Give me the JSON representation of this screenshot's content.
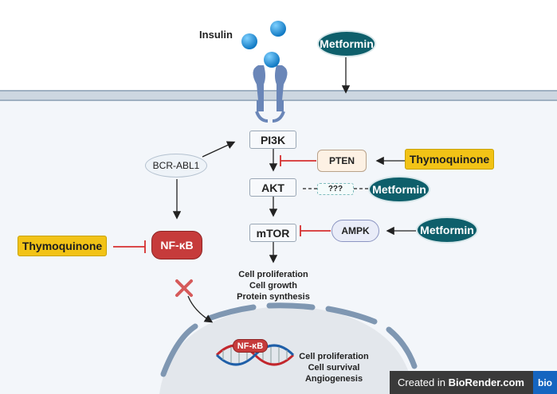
{
  "insulin_label": "Insulin",
  "metformin_top": "Metformin",
  "nodes": {
    "pi3k": "PI3K",
    "akt": "AKT",
    "mtor": "mTOR",
    "pten": "PTEN",
    "unknown": "???",
    "ampk": "AMPK",
    "bcr_abl1": "BCR-ABL1",
    "nfkb": "NF-κB"
  },
  "drugs": {
    "thymoquinone_right": "Thymoquinone",
    "thymoquinone_left": "Thymoquinone",
    "metformin_akt": "Metformin",
    "metformin_ampk": "Metformin"
  },
  "outcomes_mtor": [
    "Cell proliferation",
    "Cell growth",
    "Protein synthesis"
  ],
  "outcomes_nucleus": [
    "Cell proliferation",
    "Cell survival",
    "Angiogenesis"
  ],
  "dna_label": "NF-κB",
  "brand": {
    "prefix": "Created in ",
    "name": "BioRender.com",
    "badge": "bio"
  },
  "colors": {
    "teal": "#0e5f6b",
    "yellow": "#f2c316",
    "inhibit_red": "#d62f2f",
    "receptor_blue": "#6a86b8",
    "insulin_blue": "#1f8fd6"
  }
}
